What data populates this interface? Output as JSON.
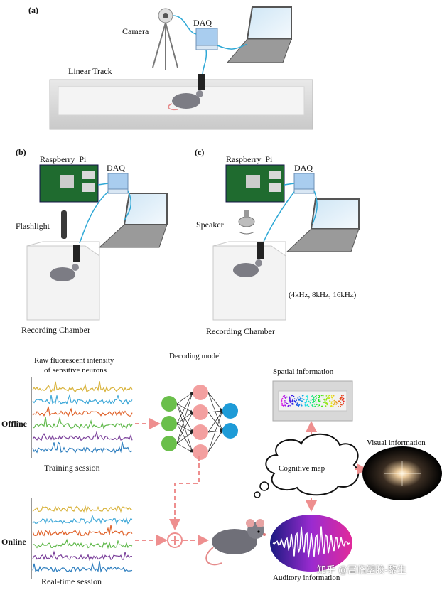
{
  "panel_a": {
    "tag": "(a)",
    "camera_label": "Camera",
    "daq_label": "DAQ",
    "track_label": "Linear Track"
  },
  "panel_b": {
    "tag": "(b)",
    "pi_label": "Raspberry  Pi",
    "daq_label": "DAQ",
    "flashlight_label": "Flashlight",
    "chamber_label": "Recording Chamber"
  },
  "panel_c": {
    "tag": "(c)",
    "pi_label": "Raspberry  Pi",
    "daq_label": "DAQ",
    "speaker_label": "Speaker",
    "freq_label": "(4kHz, 8kHz, 16kHz)",
    "chamber_label": "Recording Chamber"
  },
  "bottom": {
    "raw_title_1": "Raw fluorescent intensity",
    "raw_title_2": "of sensitive neurons",
    "decoding_title": "Decoding model",
    "offline_label": "Offline",
    "online_label": "Online",
    "training_label": "Training session",
    "realtime_label": "Real-time session",
    "spatial_label": "Spatial information",
    "visual_label": "Visual information",
    "auditory_label": "Auditory information",
    "cognitive_label": "Cognitive map",
    "trace_colors": [
      "#d8b23a",
      "#3fa8d8",
      "#e0622a",
      "#5fb84a",
      "#7a3f9a",
      "#2f7fbf"
    ],
    "node_colors": {
      "input": "#6abf4b",
      "hidden": "#f3a0a0",
      "output": "#1e9bd7"
    }
  },
  "watermark": "知乎 @冨临塑胶-黎生"
}
